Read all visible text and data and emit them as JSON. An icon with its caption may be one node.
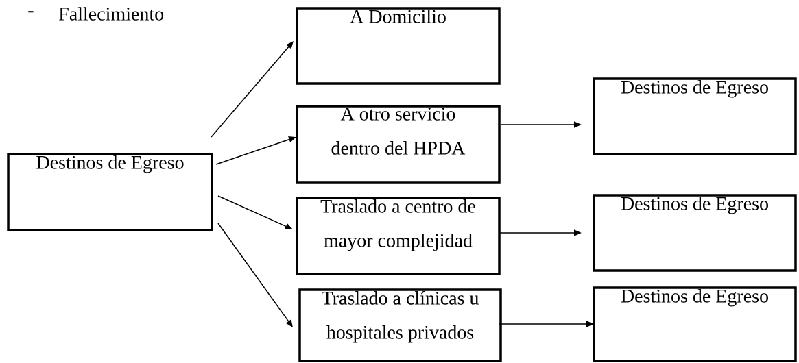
{
  "diagram": {
    "nodes": [
      {
        "text": [
          "Destinos de Egreso"
        ]
      },
      {
        "text": [
          "A Domicilio"
        ]
      },
      {
        "text": [
          "A otro servicio dentro del HPDA"
        ]
      },
      {
        "text": [
          "Traslado a centro de mayor complejidad"
        ]
      },
      {
        "text": [
          "Traslado a clínicas u hospitales privados"
        ]
      },
      {
        "text": [
          "Destinos de Egreso"
        ]
      },
      {
        "text": [
          "Destinos de Egreso"
        ]
      },
      {
        "text": [
          "Destinos de Egreso"
        ]
      }
    ],
    "edges": [
      {
        "from": 0,
        "to": 1,
        "arrow": "to"
      },
      {
        "from": 0,
        "to": 2,
        "arrow": "to"
      },
      {
        "from": 0,
        "to": 3,
        "arrow": "to"
      },
      {
        "from": 0,
        "to": 4,
        "arrow": "to"
      },
      {
        "from": 2,
        "to": 5,
        "arrow": "to"
      },
      {
        "from": 3,
        "to": 6,
        "arrow": "to"
      },
      {
        "from": 4,
        "to": 7,
        "arrow": "to"
      }
    ],
    "labels": [
      "-",
      "Fallecimiento"
    ]
  }
}
